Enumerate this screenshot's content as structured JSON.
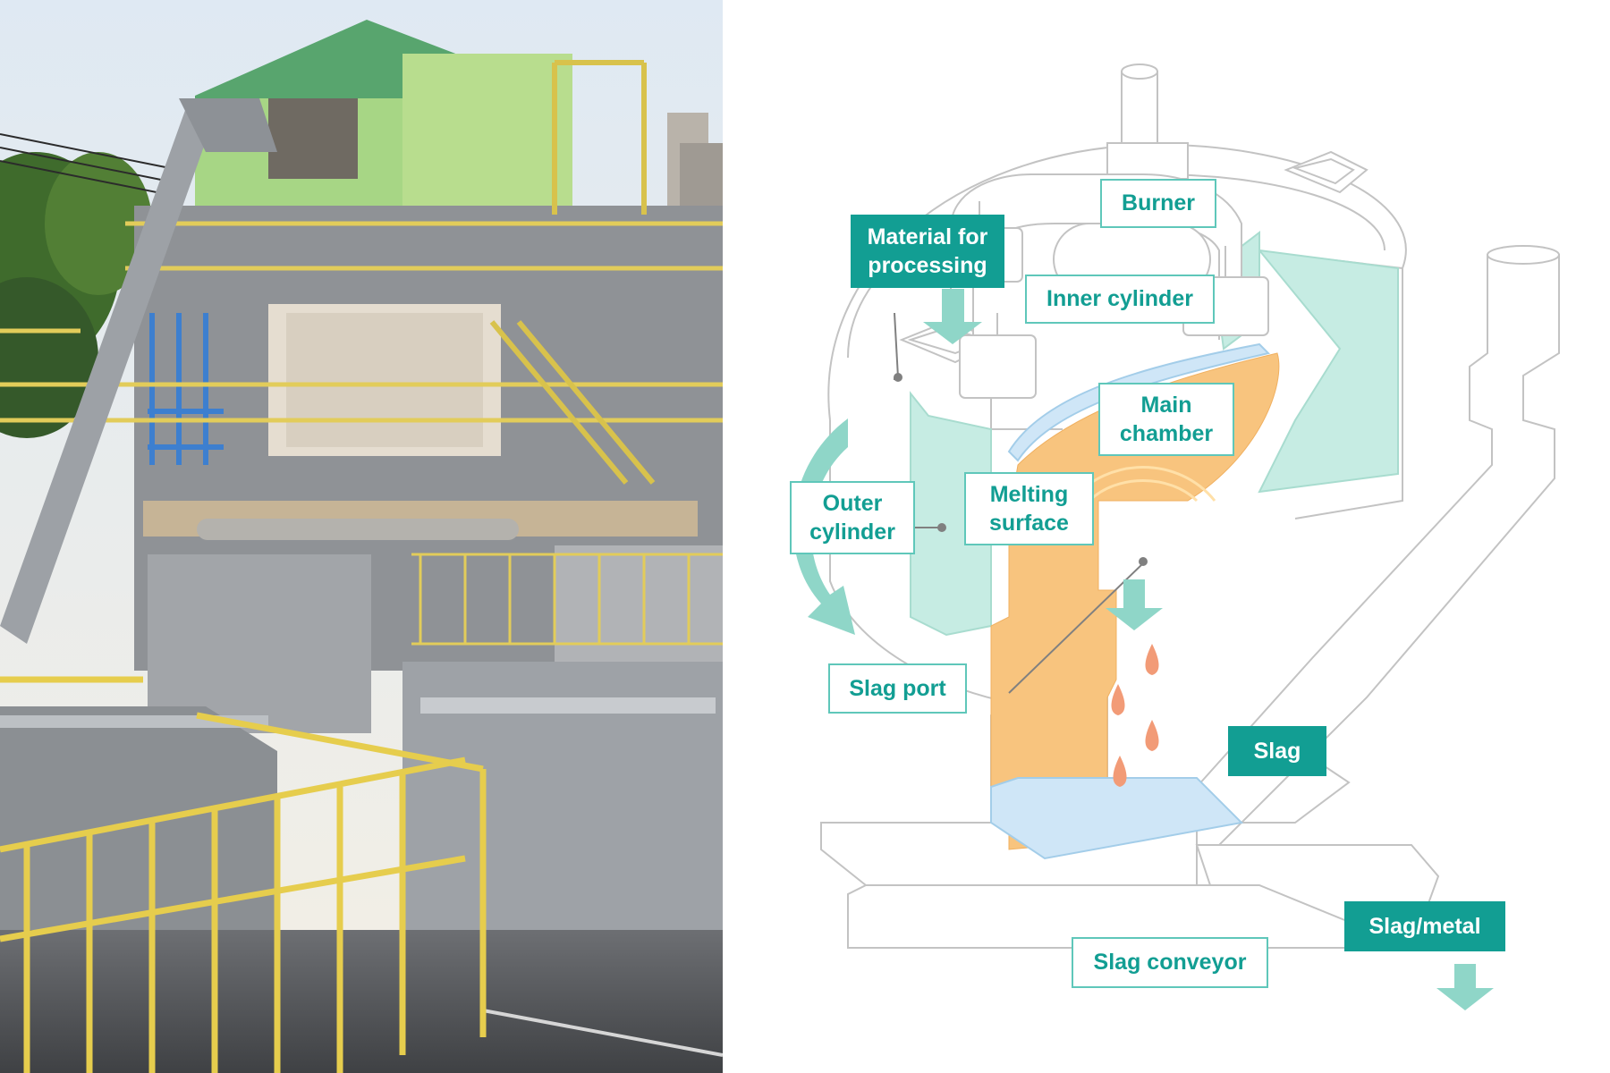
{
  "colors": {
    "teal": "#129e93",
    "teal_light": "#8fd6c8",
    "teal_border": "#5fc7ba",
    "mint_fill": "#c6ece3",
    "orange_fill": "#f8c47e",
    "droplet": "#f29b77",
    "slag_blue": "#cfe6f7",
    "line_gray": "#bfbfbf"
  },
  "diagram": {
    "labels": {
      "burner": "Burner",
      "material": "Material for\nprocessing",
      "inner_cylinder": "Inner cylinder",
      "main_chamber": "Main\nchamber",
      "outer_cylinder": "Outer\ncylinder",
      "melting_surface": "Melting\nsurface",
      "slag_port": "Slag port",
      "slag": "Slag",
      "slag_metal": "Slag/metal",
      "slag_conveyor": "Slag conveyor"
    }
  }
}
